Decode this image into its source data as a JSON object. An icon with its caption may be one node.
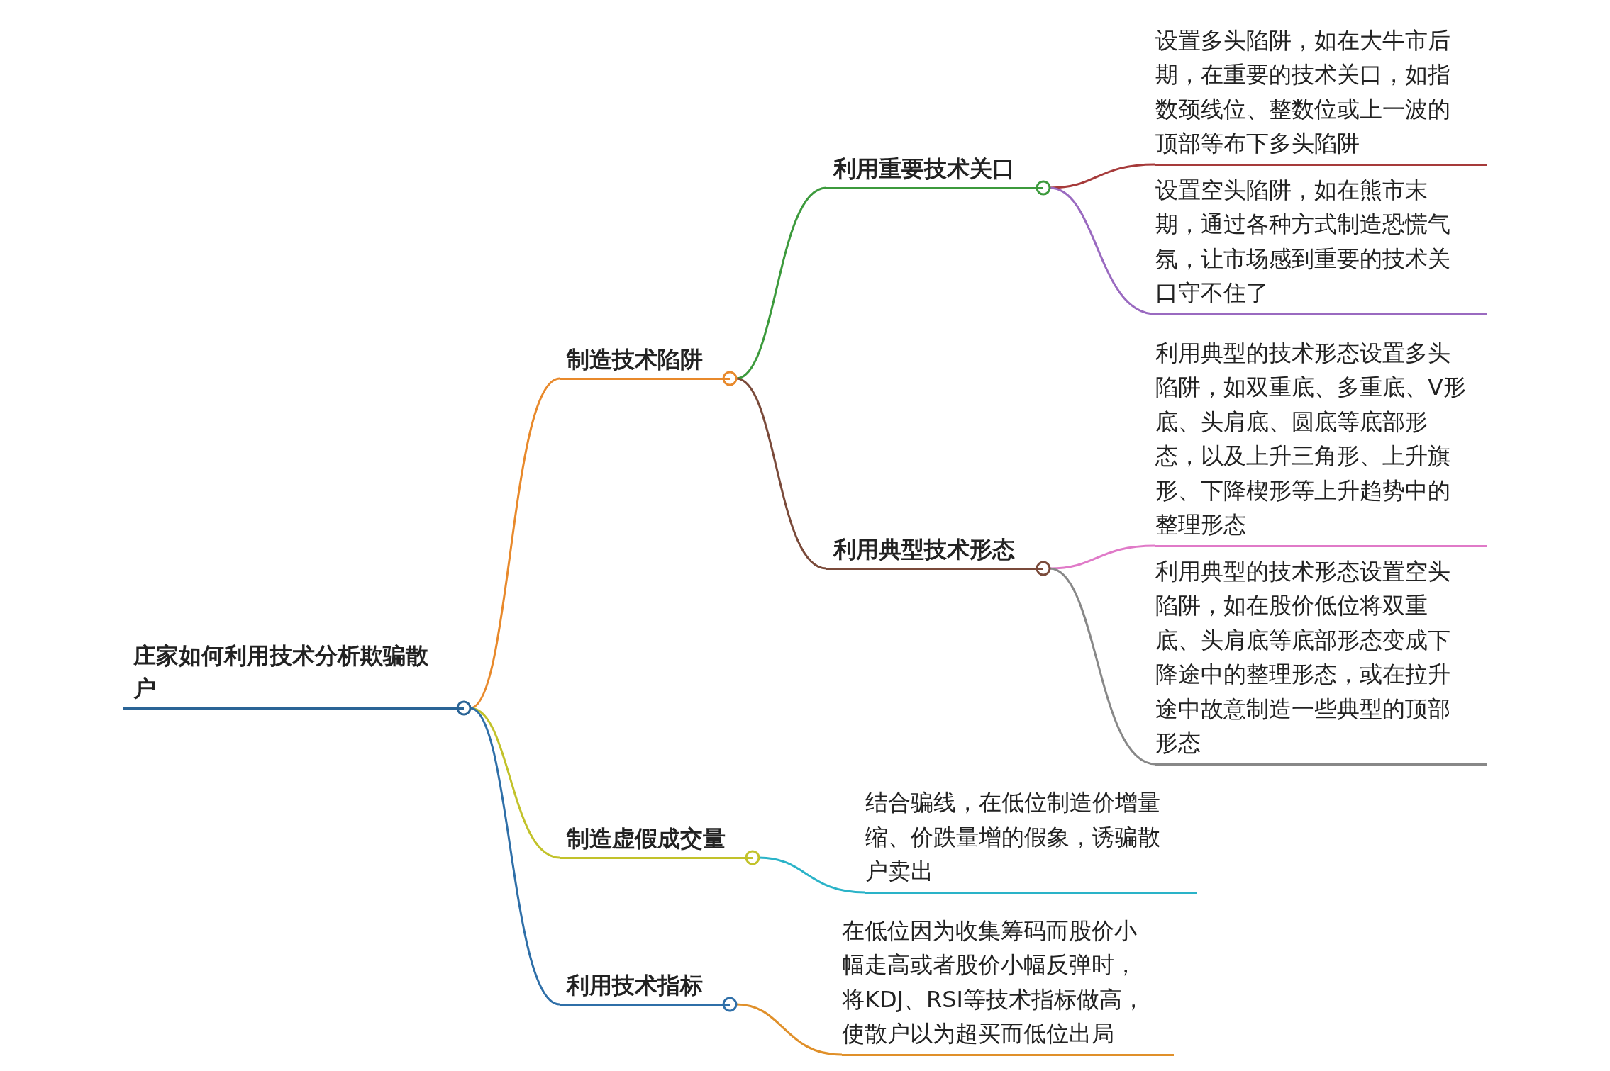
{
  "diagram": {
    "nodes": [
      {
        "text": [
          "庄家如何利用技术分析欺骗散户"
        ]
      },
      {
        "text": [
          "制造技术陷阱"
        ]
      },
      {
        "text": [
          "利用重要技术关口"
        ]
      },
      {
        "text": [
          "设置多头陷阱，如在大牛市后期，在重要的技术关口，如指数颈线位、整数位或上一波的顶部等布下多头陷阱"
        ]
      },
      {
        "text": [
          "设置空头陷阱，如在熊市末期，通过各种方式制造恐慌气氛，让市场感到重要的技术关口守不住了"
        ]
      },
      {
        "text": [
          "利用典型技术形态"
        ]
      },
      {
        "text": [
          "利用典型的技术形态设置多头陷阱，如双重底、多重底、V形底、头肩底、圆底等底部形态，以及上升三角形、上升旗形、下降楔形等上升趋势中的整理形态"
        ]
      },
      {
        "text": [
          "利用典型的技术形态设置空头陷阱，如在股价低位将双重底、头肩底等底部形态变成下降途中的整理形态，或在拉升途中故意制造一些典型的顶部形态"
        ]
      },
      {
        "text": [
          "制造虚假成交量"
        ]
      },
      {
        "text": [
          "结合骗线，在低位制造价增量缩、价跌量增的假象，诱骗散户卖出"
        ]
      },
      {
        "text": [
          "利用技术指标"
        ]
      },
      {
        "text": [
          "在低位因为收集筹码而股价小幅走高或者股价小幅反弹时，将KDJ、RSI等技术指标做高，使散户以为超买而低位出局"
        ]
      }
    ],
    "edges": [
      {
        "from": 0,
        "to": 1,
        "arrow": "none",
        "color": "#e8892b"
      },
      {
        "from": 1,
        "to": 2,
        "arrow": "none",
        "color": "#3c9a3c"
      },
      {
        "from": 2,
        "to": 3,
        "arrow": "none",
        "color": "#a63a3a"
      },
      {
        "from": 2,
        "to": 4,
        "arrow": "none",
        "color": "#9a6ac0"
      },
      {
        "from": 1,
        "to": 5,
        "arrow": "none",
        "color": "#7a4a3a"
      },
      {
        "from": 5,
        "to": 6,
        "arrow": "none",
        "color": "#e07ac8"
      },
      {
        "from": 5,
        "to": 7,
        "arrow": "none",
        "color": "#888888"
      },
      {
        "from": 0,
        "to": 8,
        "arrow": "none",
        "color": "#c2c22a"
      },
      {
        "from": 8,
        "to": 9,
        "arrow": "none",
        "color": "#2ab3c8"
      },
      {
        "from": 0,
        "to": 10,
        "arrow": "none",
        "color": "#2f6fa8"
      },
      {
        "from": 10,
        "to": 11,
        "arrow": "none",
        "color": "#e0902a"
      }
    ]
  }
}
